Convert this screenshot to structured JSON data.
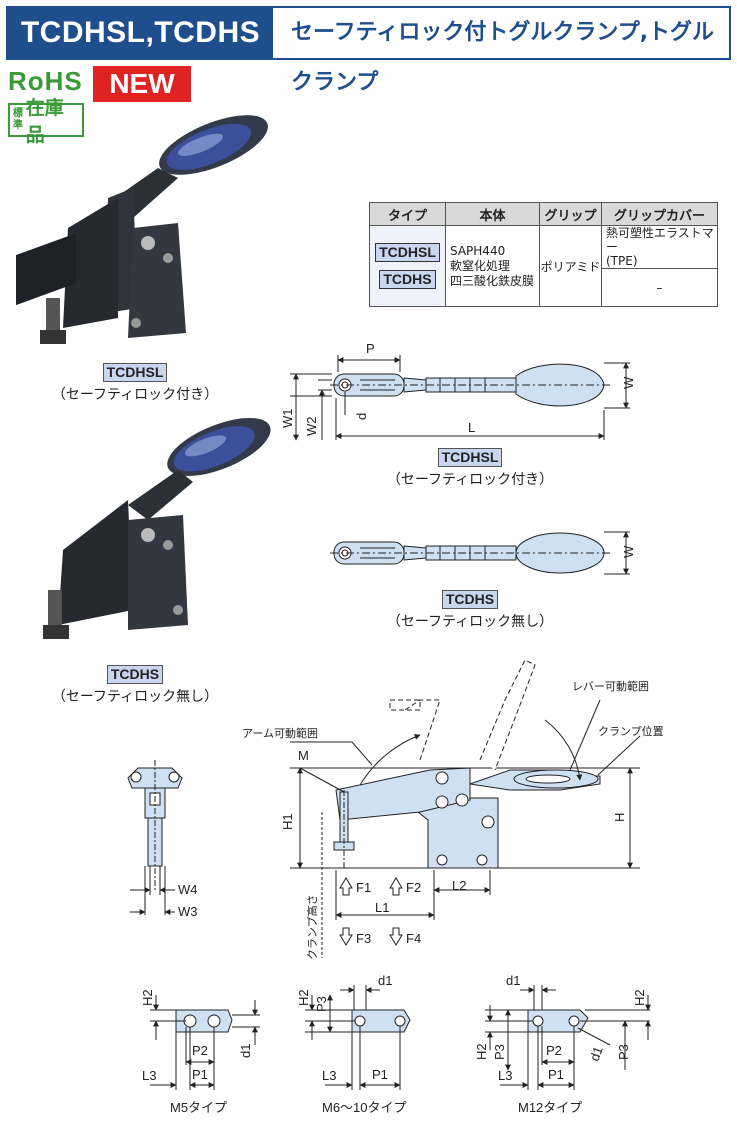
{
  "header": {
    "code": "TCDHSL,TCDHS",
    "title": "セーフティロック付トグルクランプ,トグルクランプ"
  },
  "badges": {
    "rohs": "RoHS",
    "new": "NEW",
    "stock_small": "標準",
    "stock_big": "在庫品"
  },
  "photos": [
    {
      "tag": "TCDHSL",
      "sub": "（セーフティロック付き）"
    },
    {
      "tag": "TCDHS",
      "sub": "（セーフティロック無し）"
    }
  ],
  "spec_table": {
    "headers": [
      "タイプ",
      "本体",
      "グリップ",
      "グリップカバー"
    ],
    "types": [
      "TCDHSL",
      "TCDHS"
    ],
    "body": [
      "SAPH440",
      "軟窒化処理",
      "四三酸化鉄皮膜"
    ],
    "grip": "ポリアミド",
    "cover_tcdhsl": [
      "熱可塑性エラストマー",
      "(TPE)"
    ],
    "cover_tcdhs": "–"
  },
  "top_views": [
    {
      "tag": "TCDHSL",
      "sub": "（セーフティロック付き）"
    },
    {
      "tag": "TCDHS",
      "sub": "（セーフティロック無し）"
    }
  ],
  "dims": {
    "P": "P",
    "W": "W",
    "W1": "W1",
    "W2": "W2",
    "d": "d",
    "L": "L",
    "M": "M",
    "H": "H",
    "H1": "H1",
    "L1": "L1",
    "L2": "L2",
    "F1": "F1",
    "F2": "F2",
    "F3": "F3",
    "F4": "F4",
    "W3": "W3",
    "W4": "W4",
    "H2": "H2",
    "P1": "P1",
    "P2": "P2",
    "P3": "P3",
    "L3": "L3",
    "d1": "d1"
  },
  "labels": {
    "arm_range": "アーム可動範囲",
    "lever_range": "レバー可動範囲",
    "clamp_pos": "クランプ位置",
    "clamp_height": "クランプ高さ"
  },
  "types_bottom": [
    "M5タイプ",
    "M6～10タイプ",
    "M12タイプ"
  ],
  "colors": {
    "accent": "#1f4e8c",
    "part_fill": "#cfe0f2",
    "grip_blue": "#3b4f9a",
    "new_red": "#e02222",
    "rohs_green": "#3a9a38"
  }
}
